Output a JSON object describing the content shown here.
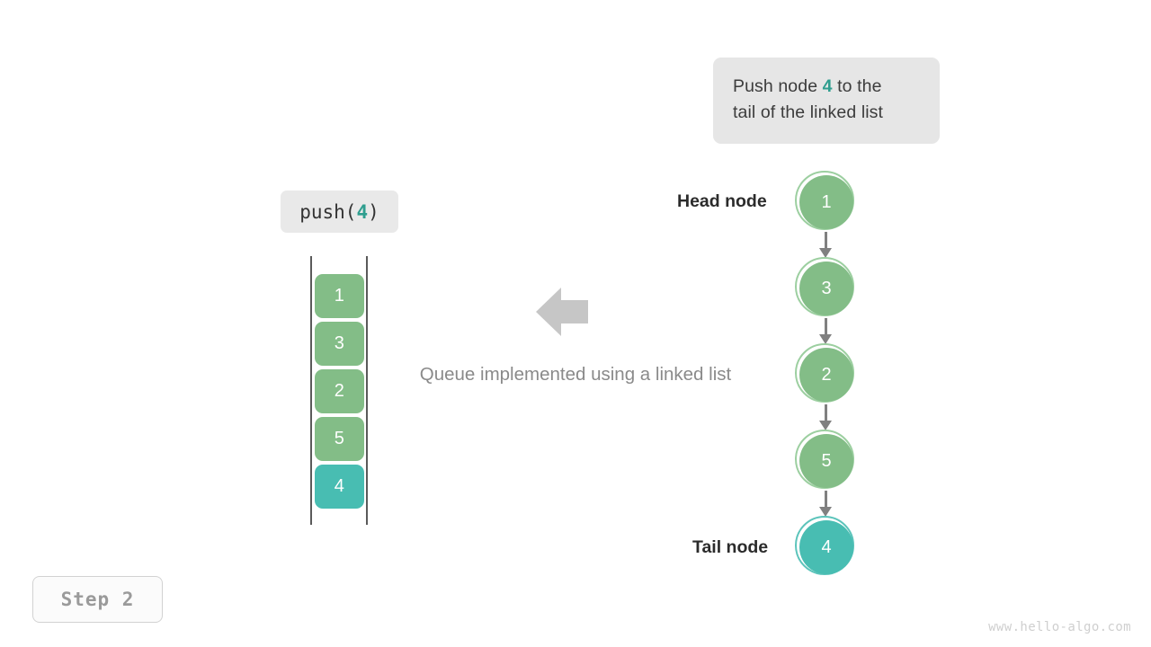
{
  "figure": {
    "caption": "Queue implemented using a linked list",
    "step_badge": "Step 2",
    "watermark": "www.hello-algo.com",
    "accent_green": "#83bd87",
    "accent_teal": "#48bdb2",
    "annotation_bg": "#e6e6e6"
  },
  "callout": {
    "line1_before": "Push node ",
    "line1_value": "4",
    "line1_after": " to the",
    "line2": "tail of the linked list"
  },
  "operation": {
    "prefix": "push(",
    "value": "4",
    "suffix": ")"
  },
  "queue": {
    "cells": [
      {
        "value": "1",
        "color": "green"
      },
      {
        "value": "3",
        "color": "green"
      },
      {
        "value": "2",
        "color": "green"
      },
      {
        "value": "5",
        "color": "green"
      },
      {
        "value": "4",
        "color": "teal"
      }
    ]
  },
  "linked_list": {
    "head_label": "Head node",
    "tail_label": "Tail node",
    "nodes": [
      {
        "value": "1",
        "color": "green"
      },
      {
        "value": "3",
        "color": "green"
      },
      {
        "value": "2",
        "color": "green"
      },
      {
        "value": "5",
        "color": "green"
      },
      {
        "value": "4",
        "color": "teal"
      }
    ]
  },
  "arrow": {
    "direction": "left",
    "color": "#c6c6c6"
  }
}
